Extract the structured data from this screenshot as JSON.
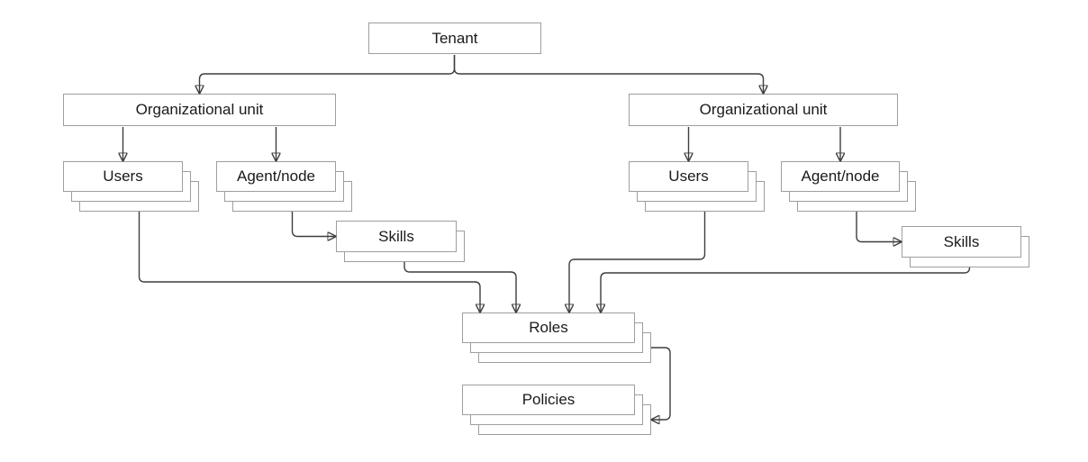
{
  "diagram": {
    "title": "Tenant / organizational-unit hierarchy diagram",
    "colors": {
      "background": "#ffffff",
      "box_fill": "#ffffff",
      "box_border": "#9e9e9e",
      "connector": "#3d3d3d",
      "text": "#1a1a1a"
    },
    "nodes": {
      "tenant": {
        "label": "Tenant",
        "stack_count": 1
      },
      "org_unit_left": {
        "label": "Organizational unit",
        "stack_count": 1
      },
      "org_unit_right": {
        "label": "Organizational unit",
        "stack_count": 1
      },
      "users_left": {
        "label": "Users",
        "stack_count": 3
      },
      "agent_node_left": {
        "label": "Agent/node",
        "stack_count": 3
      },
      "users_right": {
        "label": "Users",
        "stack_count": 3
      },
      "agent_node_right": {
        "label": "Agent/node",
        "stack_count": 3
      },
      "skills_left": {
        "label": "Skills",
        "stack_count": 2
      },
      "skills_right": {
        "label": "Skills",
        "stack_count": 2
      },
      "roles": {
        "label": "Roles",
        "stack_count": 3
      },
      "policies": {
        "label": "Policies",
        "stack_count": 3
      }
    },
    "edges": [
      {
        "from": "tenant",
        "to": "org_unit_left"
      },
      {
        "from": "tenant",
        "to": "org_unit_right"
      },
      {
        "from": "org_unit_left",
        "to": "users_left"
      },
      {
        "from": "org_unit_left",
        "to": "agent_node_left"
      },
      {
        "from": "org_unit_right",
        "to": "users_right"
      },
      {
        "from": "org_unit_right",
        "to": "agent_node_right"
      },
      {
        "from": "agent_node_left",
        "to": "skills_left"
      },
      {
        "from": "agent_node_right",
        "to": "skills_right"
      },
      {
        "from": "users_left",
        "to": "roles"
      },
      {
        "from": "skills_left",
        "to": "roles"
      },
      {
        "from": "users_right",
        "to": "roles"
      },
      {
        "from": "skills_right",
        "to": "roles"
      },
      {
        "from": "roles",
        "to": "policies"
      }
    ]
  }
}
